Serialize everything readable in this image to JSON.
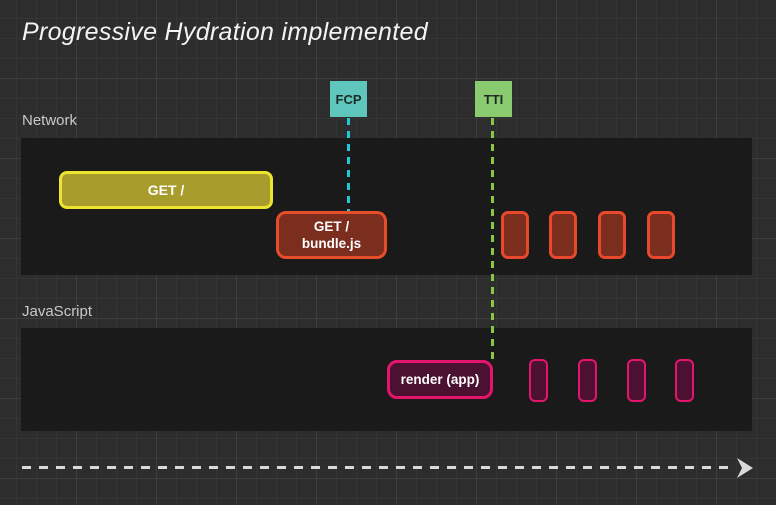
{
  "title": "Progressive Hydration implemented",
  "markers": [
    {
      "id": "fcp",
      "label": "FCP",
      "box_color": "#5fc6bd",
      "line_color": "#1fc8d2"
    },
    {
      "id": "tti",
      "label": "TTI",
      "box_color": "#8bcb70",
      "line_color": "#86c840"
    }
  ],
  "lanes": [
    {
      "label": "Network",
      "blocks": [
        {
          "type": "document-request",
          "label": "GET /",
          "fill": "#a89c2d",
          "border": "#ece42f"
        },
        {
          "type": "bundle-request",
          "label_line1": "GET /",
          "label_line2": "bundle.js",
          "fill": "#7b2d1e",
          "border": "#e64d29"
        }
      ],
      "activity_blocks": {
        "count": 4,
        "fill": "#7b2d1e",
        "border": "#e8482b"
      }
    },
    {
      "label": "JavaScript",
      "blocks": [
        {
          "type": "render-task",
          "label": "render (app)",
          "fill": "#4c1030",
          "border": "#e5156e"
        }
      ],
      "activity_blocks": {
        "count": 4,
        "fill": "#4c1030",
        "border": "#e5156e"
      }
    }
  ],
  "timeline": {
    "direction": "left-to-right",
    "color": "#d9d9d9"
  },
  "colors": {
    "background": "#2d2d2d",
    "grid_minor": "#353535",
    "grid_major": "#3e3e3e",
    "lane_background": "#1a1a1a",
    "title_text": "#f3f3f3",
    "lane_label_text": "#c9c9c9",
    "block_text": "#ffffff",
    "marker_text": "#1e2a28"
  }
}
